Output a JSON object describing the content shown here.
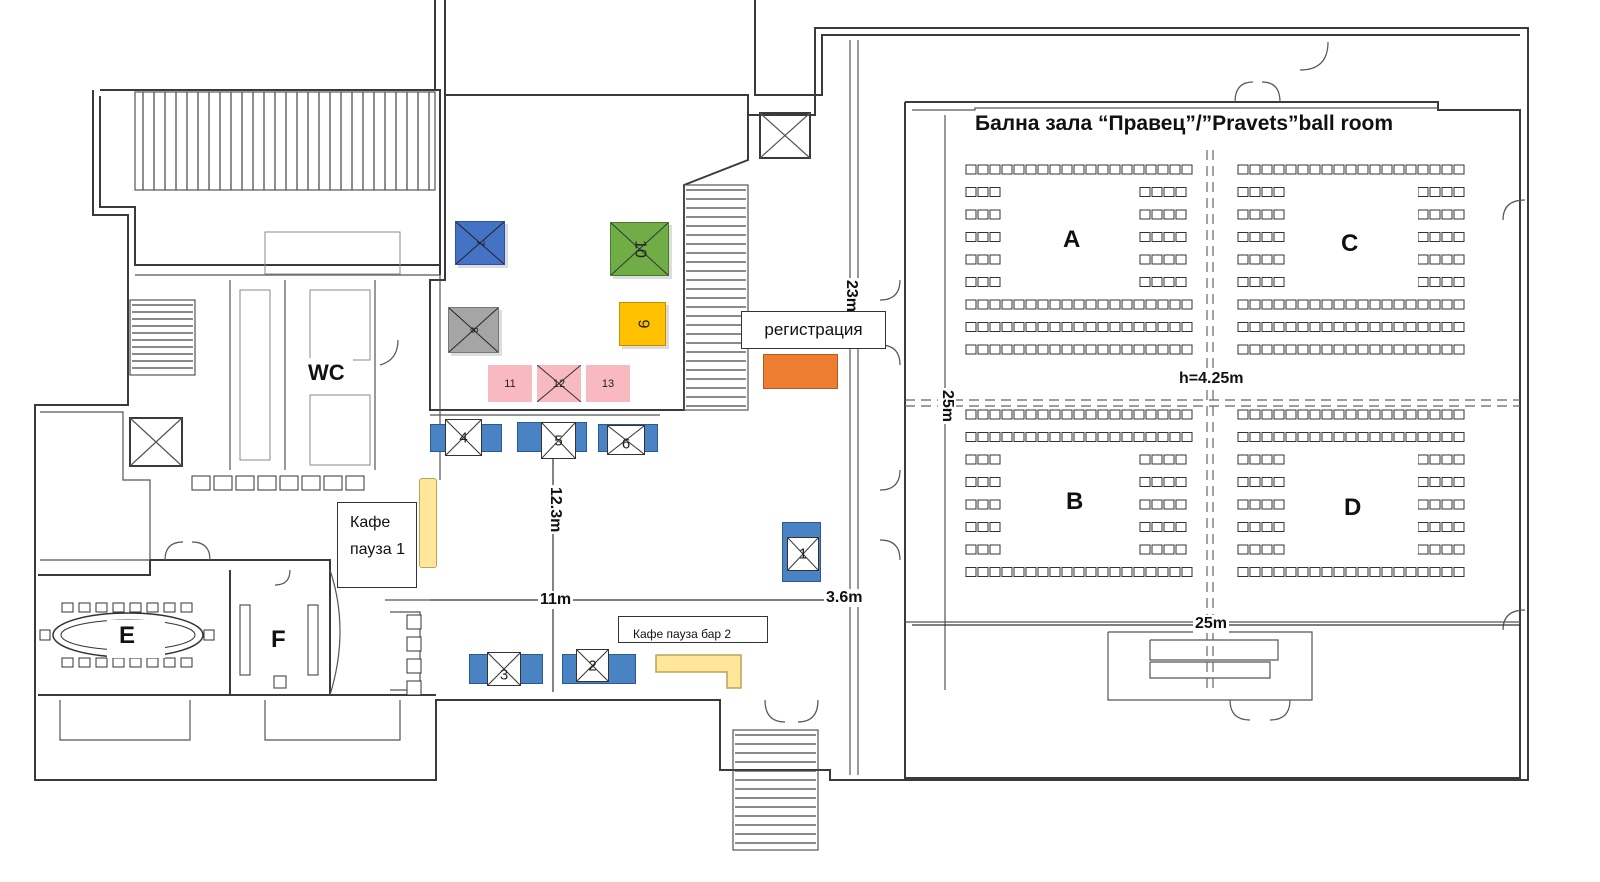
{
  "title": "Бална зала “Правец”/”Pravets”ball room",
  "wc_label": "WC",
  "registration_label": "регистрация",
  "coffee_break_1": "Кафе пауза 1",
  "coffee_break_2": "Кафе пауза бар 2",
  "ceiling_height": "h=4.25m",
  "dimensions": {
    "d_23m": "23m",
    "d_25m_vertical": "25m",
    "d_25m_horizontal": "25m",
    "d_12_3m": "12.3m",
    "d_11m": "11m",
    "d_3_6m": "3.6m"
  },
  "ballroom_sections": [
    "A",
    "B",
    "C",
    "D"
  ],
  "meeting_rooms": [
    "E",
    "F"
  ],
  "booths": [
    "1",
    "2",
    "3",
    "4",
    "5",
    "6",
    "7",
    "8",
    "9",
    "10",
    "11",
    "12",
    "13"
  ],
  "colors": {
    "booth_blue": "#4a83c4",
    "booth_7": "#4472c4",
    "booth_8": "#a5a5a5",
    "booth_9": "#ffc000",
    "booth_10": "#70ad47",
    "booth_pink": "#f8b9c1",
    "registration": "#ed7d31",
    "coffee_counter": "#ffe699"
  }
}
